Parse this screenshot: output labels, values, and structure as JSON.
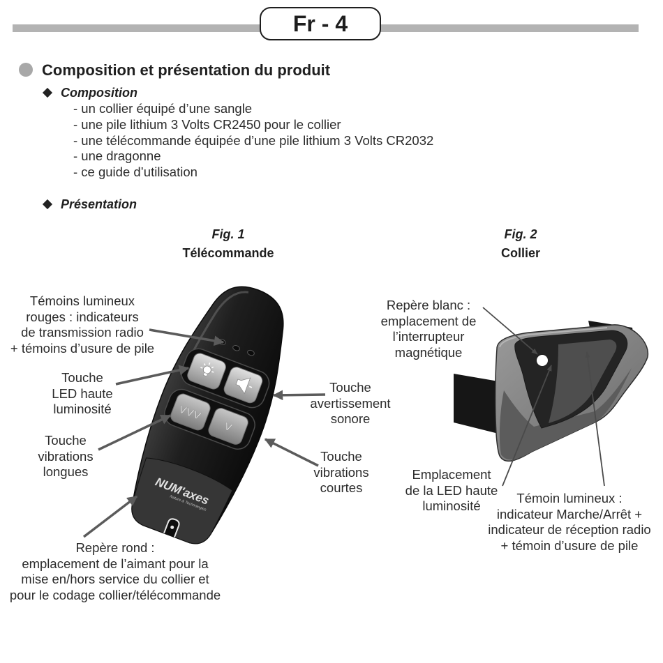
{
  "header": {
    "page_label": "Fr - 4"
  },
  "section": {
    "title": "Composition et présentation du produit",
    "composition": {
      "heading": "Composition",
      "items": [
        "- un collier équipé d’une sangle",
        "- une pile lithium 3 Volts CR2450 pour le collier",
        "- une télécommande équipée d’une pile lithium 3 Volts CR2032",
        "- une dragonne",
        "- ce guide d’utilisation"
      ]
    },
    "presentation": {
      "heading": "Présentation"
    }
  },
  "fig1": {
    "number": "Fig. 1",
    "caption": "Télécommande",
    "labels": {
      "leds": [
        "Témoins lumineux",
        "rouges : indicateurs",
        "de transmission radio",
        "+ témoins d’usure de pile"
      ],
      "led_button": [
        "Touche",
        "LED haute",
        "luminosité"
      ],
      "long_vibration": [
        "Touche",
        "vibrations",
        "longues"
      ],
      "alarm_button": [
        "Touche",
        "avertissement",
        "sonore"
      ],
      "short_vibration": [
        "Touche",
        "vibrations",
        "courtes"
      ],
      "magnet": [
        "Repère rond :",
        "emplacement de l’aimant pour la",
        "mise en/hors service du collier et",
        "pour le codage collier/télécommande"
      ]
    },
    "device": {
      "button_icons": [
        "light-bulb-icon",
        "horn-icon"
      ],
      "button_labels": [
        "VVV",
        "V"
      ],
      "logo": "NUM'axes",
      "logo_tagline": "Nature & Technologies"
    }
  },
  "fig2": {
    "number": "Fig. 2",
    "caption": "Collier",
    "labels": {
      "white_marker": [
        "Repère blanc :",
        "emplacement de",
        "l’interrupteur",
        "magnétique"
      ],
      "led_location": [
        "Emplacement",
        "de la LED haute",
        "luminosité"
      ],
      "indicator": [
        "Témoin lumineux :",
        "indicateur Marche/Arrêt +",
        "indicateur de réception radio",
        "+ témoin d’usure de pile"
      ]
    }
  },
  "colors": {
    "header_bar": "#b3b3b3",
    "section_bullet": "#a8a8a8",
    "arrow": "#5b5b5b",
    "device_body": "#1c1c1c",
    "device_button": "#c4c4c4",
    "collar_housing": "#7c7c7c",
    "collar_strap": "#161616",
    "white_marker": "#ffffff"
  }
}
